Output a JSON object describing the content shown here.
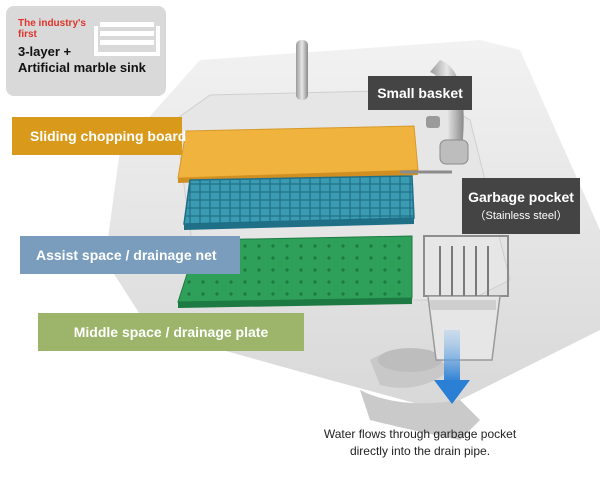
{
  "badge": {
    "line1": "The industry's",
    "line2": "first",
    "line3": "3-layer +",
    "line4": "Artificial marble sink",
    "icon": "sink-icon"
  },
  "labels": {
    "sliding_board": "Sliding chopping board",
    "assist_space": "Assist space / drainage net",
    "middle_space": "Middle space / drainage plate",
    "small_basket": "Small basket",
    "garbage_pocket": "Garbage pocket",
    "garbage_pocket_sub": "（Stainless steel）"
  },
  "caption": {
    "line1": "Water flows through garbage pocket",
    "line2": "directly into the drain pipe."
  },
  "colors": {
    "orange": "#d99a1c",
    "board": "#f0b43e",
    "teal_label": "#7a9dbd",
    "grid": "#2e8aa0",
    "green_label": "#9cb56a",
    "plate": "#2fa05a",
    "dark_label": "#444444",
    "arrow": "#2b7fd4",
    "badge_red": "#e0342c"
  }
}
